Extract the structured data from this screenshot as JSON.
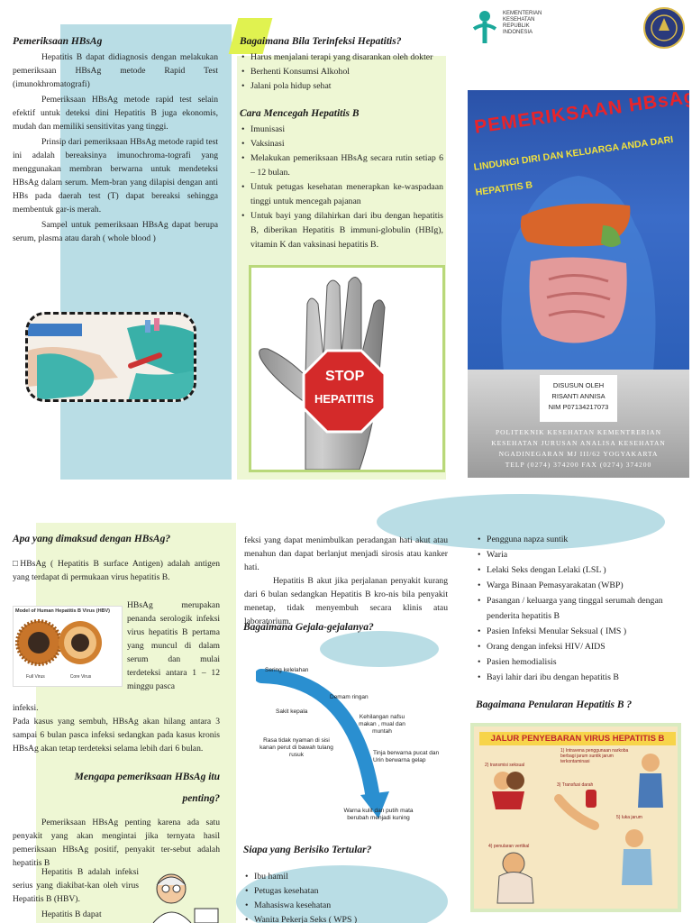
{
  "panel_left": {
    "title": "Pemeriksaan HBsAg",
    "paragraphs": [
      "Hepatitis B dapat didiagnosis dengan melakukan pemeriksaan HBsAg metode Rapid Test (imunokhromatografi)",
      "Pemeriksaan HBsAg metode rapid test selain efektif untuk deteksi dini Hepatitis B juga ekonomis, mudah dan memiliki sensitivitas yang tinggi.",
      "Prinsip dari pemeriksaan HBsAg metode rapid test ini adalah bereaksinya imunochroma-tografi yang menggunakan membran berwarna untuk mendeteksi HBsAg dalam serum. Mem-bran yang dilapisi dengan anti HBs pada daerah test (T) dapat bereaksi sehingga membentuk gar-is merah.",
      "Sampel untuk pemeriksaan HBsAg dapat berupa serum, plasma atau darah ( whole blood )"
    ]
  },
  "panel_mid": {
    "title1": "Bagaimana Bila Terinfeksi Hepatitis?",
    "list1": [
      "Harus menjalani terapi yang disarankan oleh dokter",
      "Berhenti Konsumsi Alkohol",
      "Jalani pola hidup sehat"
    ],
    "title2": "Cara Mencegah Hepatitis B",
    "list2": [
      "Imunisasi",
      "Vaksinasi",
      "Melakukan pemeriksaan HBsAg secara rutin setiap 6 – 12 bulan.",
      "Untuk petugas kesehatan menerapkan ke-waspadaan tinggi untuk mencegah pajanan",
      "Untuk bayi yang dilahirkan dari ibu dengan hepatitis B, diberikan Hepatitis B immuni-globulin (HBIg), vitamin K dan vaksinasi hepatitis B."
    ],
    "stop_sign": [
      "STOP",
      "HEPATITIS"
    ]
  },
  "panel_cover": {
    "kemenkes": [
      "KEMENTERIAN",
      "KESEHATAN",
      "REPUBLIK",
      "INDONESIA"
    ],
    "title": "PEMERIKSAAN HBsAg",
    "subtitle_line1": "LINDUNGI DIRI DAN KELUARGA ANDA DARI",
    "subtitle_line2": "HEPATITIS B",
    "author": [
      "DISUSUN OLEH",
      "RISANTI ANNISA",
      "NIM P07134217073"
    ],
    "institution": [
      "POLITEKNIK KESEHATAN KEMENTRERIAN",
      "KESEHATAN JURUSAN ANALISA KESEHATAN",
      "NGADINEGARAN MJ III/62 YOGYAKARTA",
      "TELP (0274) 374200 FAX (0274) 374200"
    ]
  },
  "back_left": {
    "title1": "Apa yang dimaksud dengan HBsAg?",
    "intro": "□HBsAg ( Hepatitis B surface Antigen) adalah antigen yang terdapat di permukaan virus hepatitis B.",
    "model_title": "Model of Human Hepatitis B Virus (HBV)",
    "model_labels": [
      "Full Virus",
      "Core Virus"
    ],
    "side_text": "HBsAg merupakan penanda serologik infeksi virus hepatitis B pertama yang muncul di dalam serum dan mulai terdeteksi antara 1 – 12 minggu pasca",
    "after_text1": "infeksi.",
    "after_text2": "Pada kasus yang sembuh, HBsAg akan hilang antara 3 sampai 6 bulan pasca infeksi sedangkan pada kasus kronis HBsAg akan tetap terdeteksi selama lebih dari 6 bulan.",
    "title2": "Mengapa pemeriksaan HBsAg itu penting?",
    "para2": "Pemeriksaan HBsAg penting karena ada satu penyakit yang akan mengintai jika ternyata hasil pemeriksaan HBsAg positif, penyakit ter-sebut adalah hepatitis B",
    "para3": "Hepatitis B adalah infeksi serius yang diakibat-kan oleh virus Hepatitis B (HBV).",
    "para4": "Hepatitis B dapat"
  },
  "back_mid": {
    "top_text": "feksi yang dapat menimbulkan peradangan hati akut atau menahun dan dapat berlanjut menjadi sirosis atau kanker hati.",
    "para": "Hepatitis B akut jika perjalanan penyakit kurang dari 6 bulan sedangkan Hepatitis B kro-nis bila penyakit menetap, tidak menyembuh secara klinis atau laboratorium.",
    "title1": "Bagaimana Gejala-gejalanya?",
    "symptoms": [
      "Sering kelelahan",
      "Demam ringan",
      "Sakit kepala",
      "Kehilangan nafsu makan , mual dan muntah",
      "Rasa tidak nyaman di sisi kanan perut di bawah tulang rusuk",
      "Tinja berwarna pucat dan Urin berwarna gelap",
      "Warna kulit dan putih mata berubah menjadi kuning"
    ],
    "title2": "Siapa yang Berisiko Tertular?",
    "list": [
      "Ibu hamil",
      "Petugas kesehatan",
      "Mahasiswa kesehatan",
      "Wanita Pekerja Seks ( WPS )"
    ]
  },
  "back_right": {
    "list": [
      "Pengguna napza suntik",
      "Waria",
      "Lelaki Seks dengan Lelaki (LSL )",
      "Warga Binaan Pemasyarakatan (WBP)",
      "Pasangan / keluarga yang tinggal serumah dengan penderita hepatitis B",
      "Pasien Infeksi Menular Seksual ( IMS )",
      "Orang dengan infeksi HIV/ AIDS",
      "Pasien hemodialisis",
      "Bayi lahir dari ibu dengan hepatitis B"
    ],
    "title": "Bagaimana Penularan Hepatitis B ?",
    "poster_title": "JALUR PENYEBARAN VIRUS HEPATITIS B",
    "poster_items": [
      "1) Intravena penggunaan narkoba berbagi jarum suntik jarum terkontaminasi",
      "2) transmisi seksual",
      "3) Transfusi darah",
      "5) luka jarum",
      "4) penularan vertikal"
    ]
  }
}
